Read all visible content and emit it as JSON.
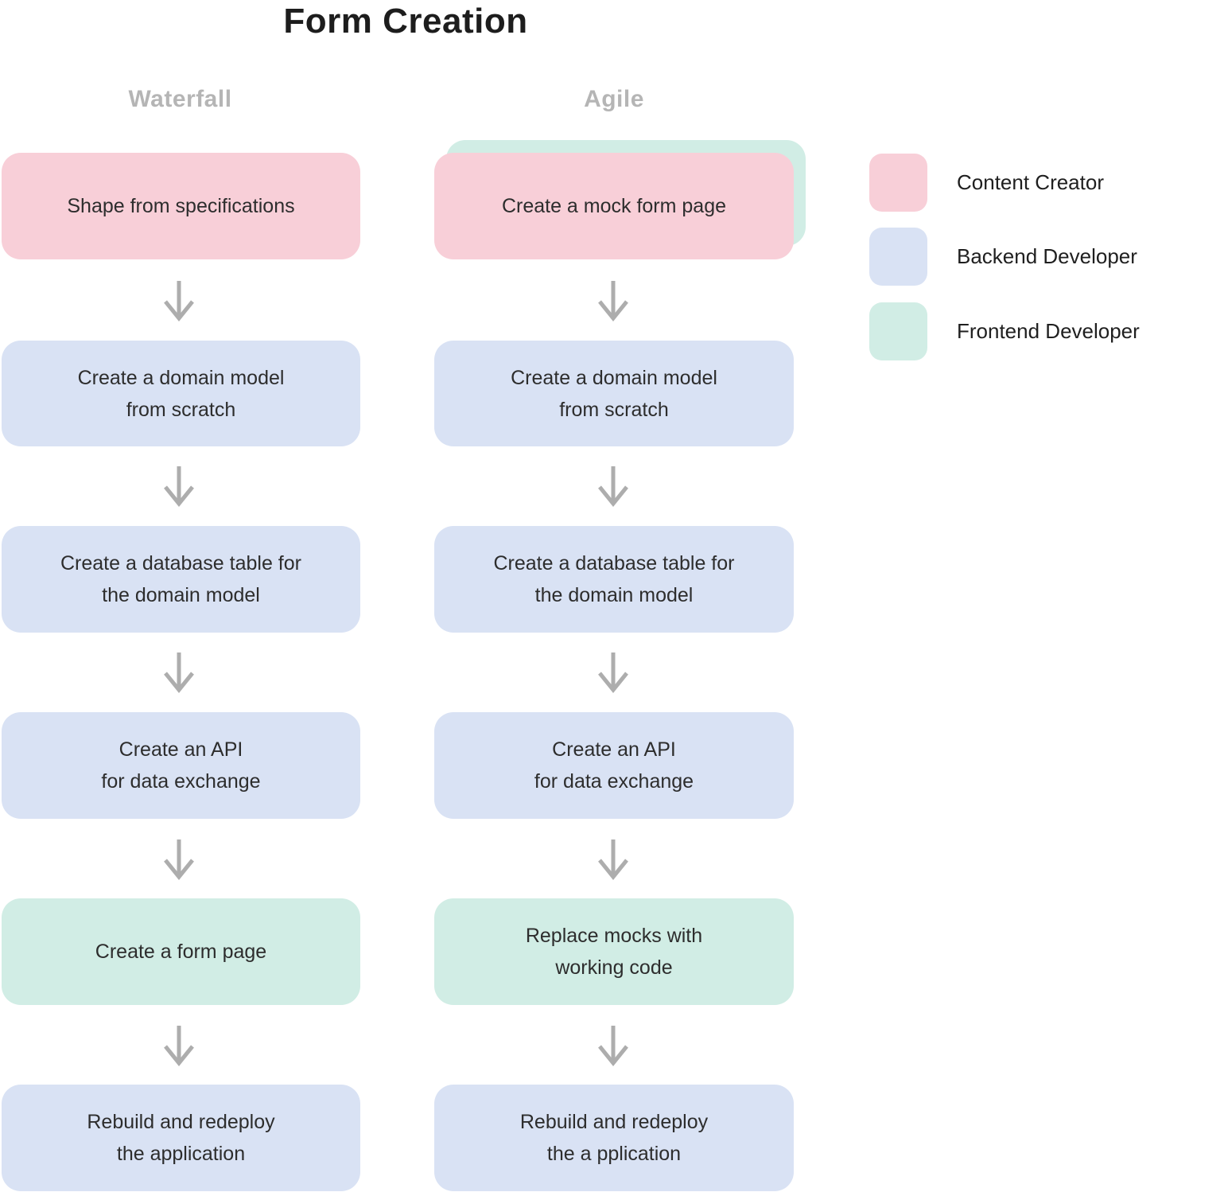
{
  "title": "Form Creation",
  "colors": {
    "background": "#ffffff",
    "title_text": "#1d1d1d",
    "column_header": "#b5b5b5",
    "step_text": "#2d2d2d",
    "arrow": "#adadad",
    "legend_text": "#1f1f1f",
    "content_creator": "#f8cfd8",
    "backend_developer": "#d9e2f4",
    "frontend_developer": "#d1ede5"
  },
  "columns": [
    {
      "header": "Waterfall",
      "steps": [
        {
          "label": "Shape from specifications",
          "role": "Content Creator"
        },
        {
          "label": "Create a domain model\nfrom scratch",
          "role": "Backend Developer"
        },
        {
          "label": "Create a database table for\nthe domain model",
          "role": "Backend Developer"
        },
        {
          "label": "Create an API\nfor data exchange",
          "role": "Backend Developer"
        },
        {
          "label": "Create a form page",
          "role": "Frontend Developer"
        },
        {
          "label": "Rebuild and redeploy\nthe application",
          "role": "Backend Developer"
        }
      ]
    },
    {
      "header": "Agile",
      "steps": [
        {
          "label": "Create a mock form page",
          "role": "Content Creator",
          "layered_behind_role": "Frontend Developer"
        },
        {
          "label": "Create a domain model\nfrom scratch",
          "role": "Backend Developer"
        },
        {
          "label": "Create a database table for\nthe domain model",
          "role": "Backend Developer"
        },
        {
          "label": "Create an API\nfor data exchange",
          "role": "Backend Developer"
        },
        {
          "label": "Replace mocks with\nworking code",
          "role": "Frontend Developer"
        },
        {
          "label": "Rebuild and redeploy\nthe a pplication",
          "role": "Backend Developer"
        }
      ]
    }
  ],
  "legend": [
    {
      "label": "Content Creator",
      "color": "#f8cfd8"
    },
    {
      "label": "Backend Developer",
      "color": "#d9e2f4"
    },
    {
      "label": "Frontend Developer",
      "color": "#d1ede5"
    }
  ]
}
